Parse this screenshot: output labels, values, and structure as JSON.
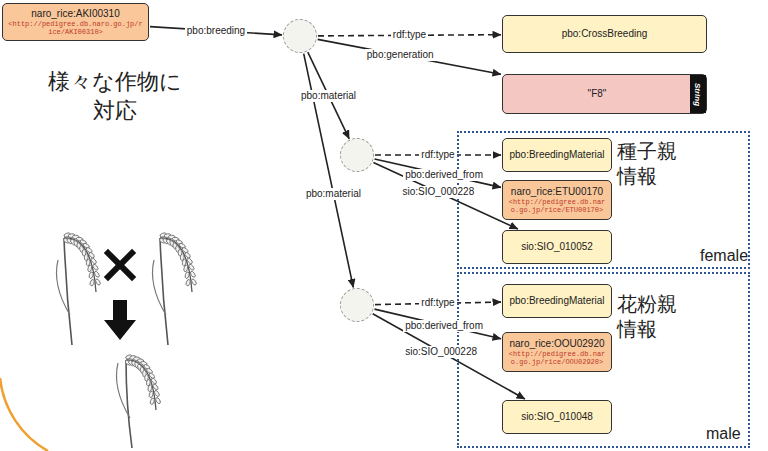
{
  "diagram": {
    "nodes": [
      {
        "text": [
          "naro_rice:AKI00310",
          "<http://pedigree.db.naro.go.jp/rice/AKI00310>"
        ]
      },
      {
        "text": []
      },
      {
        "text": [
          "pbo:CrossBreeding"
        ]
      },
      {
        "text": [
          "\"F8\"",
          "String"
        ]
      },
      {
        "text": []
      },
      {
        "text": [
          "種子親 情報"
        ]
      },
      {
        "text": [
          "pbo:BreedingMaterial"
        ],
        "in": 5
      },
      {
        "text": [
          "naro_rice:ETU00170",
          "<http://pedigree.db.naro.go.jp/rice/ETU00170>"
        ],
        "in": 5
      },
      {
        "text": [
          "sio:SIO_010052"
        ],
        "in": 5
      },
      {
        "text": []
      },
      {
        "text": [
          "花粉親 情報"
        ]
      },
      {
        "text": [
          "pbo:BreedingMaterial"
        ],
        "in": 10
      },
      {
        "text": [
          "naro_rice:OOU02920",
          "<http://pedigree.db.naro.go.jp/rice/OOU02920>"
        ],
        "in": 10
      },
      {
        "text": [
          "sio:SIO_010048"
        ],
        "in": 10
      }
    ],
    "edges": [
      {
        "from": 0,
        "to": 1,
        "label": "pbo:breeding",
        "arrow": "to"
      },
      {
        "from": 1,
        "to": 2,
        "label": "rdf:type",
        "arrow": "to"
      },
      {
        "from": 1,
        "to": 3,
        "label": "pbo:generation",
        "arrow": "to"
      },
      {
        "from": 1,
        "to": 4,
        "label": "pbo:material",
        "arrow": "to"
      },
      {
        "from": 1,
        "to": 9,
        "label": "pbo:material",
        "arrow": "to"
      },
      {
        "from": 4,
        "to": 6,
        "label": "rdf:type",
        "arrow": "to"
      },
      {
        "from": 4,
        "to": 7,
        "label": "pbo:derived_from",
        "arrow": "to"
      },
      {
        "from": 4,
        "to": 8,
        "label": "sio:SIO_000228",
        "arrow": "to"
      },
      {
        "from": 9,
        "to": 11,
        "label": "rdf:type",
        "arrow": "to"
      },
      {
        "from": 9,
        "to": 12,
        "label": "pbo:derived_from",
        "arrow": "to"
      },
      {
        "from": 9,
        "to": 13,
        "label": "sio:SIO_000228",
        "arrow": "to"
      }
    ],
    "labels": [
      "様々な作物に 対応",
      "female",
      "male"
    ]
  }
}
